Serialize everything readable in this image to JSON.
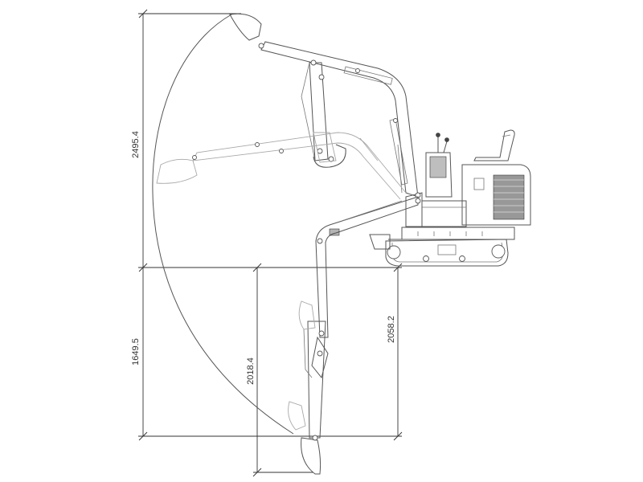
{
  "dimensions": {
    "max_height": "2495.4",
    "max_depth": "1649.5",
    "vertical_wall_depth": "2018.4",
    "dump_depth": "2058.2"
  }
}
